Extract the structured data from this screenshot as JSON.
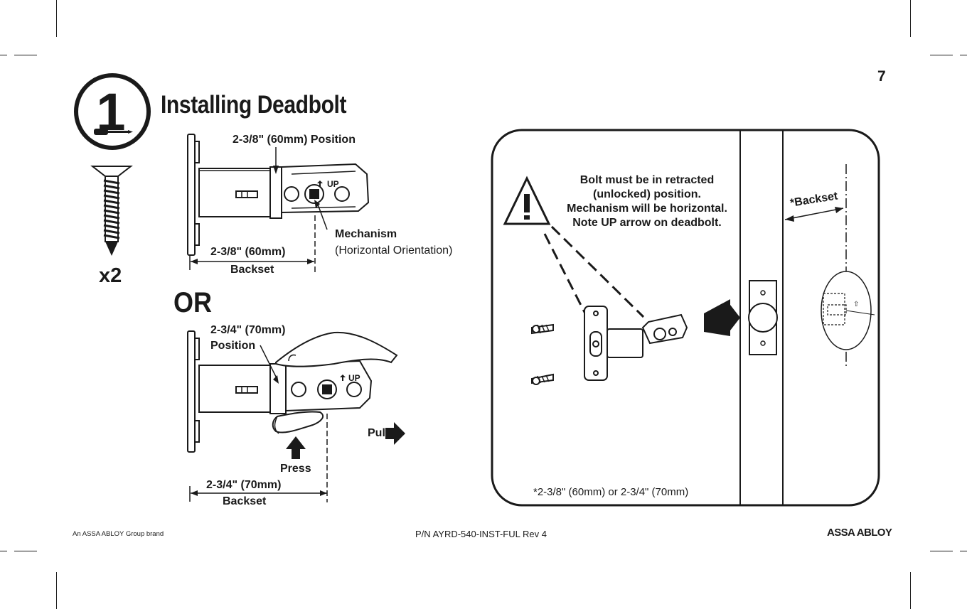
{
  "page": {
    "number": "7",
    "brand_text": "An ASSA ABLOY Group brand",
    "part_number": "P/N AYRD-540-INST-FUL Rev 4",
    "logo_text": "ASSA ABLOY"
  },
  "step": {
    "number": "1",
    "title": "Installing Deadbolt",
    "screw_quantity": "x2",
    "or_label": "OR"
  },
  "upper_option": {
    "position_label": "2-3/8\" (60mm) Position",
    "mechanism_label": "Mechanism",
    "orientation_label": "(Horizontal Orientation)",
    "dimension_label": "2-3/8\" (60mm)",
    "backset_label": "Backset",
    "up_label": "UP"
  },
  "lower_option": {
    "position_line1": "2-3/4\" (70mm)",
    "position_line2": "Position",
    "pull_label": "Pull",
    "press_label": "Press",
    "dimension_label": "2-3/4\" (70mm)",
    "backset_label": "Backset",
    "up_label": "UP"
  },
  "panel": {
    "warning_lines": [
      "Bolt must be in retracted",
      "(unlocked) position.",
      "Mechanism will be horizontal.",
      "Note UP arrow on deadbolt."
    ],
    "backset_label": "*Backset",
    "footnote": "*2-3/8\" (60mm) or 2-3/4\" (70mm)"
  },
  "icons": [
    "screwdriver-icon",
    "warning-icon",
    "arrow-right-icon",
    "arrow-up-icon"
  ]
}
